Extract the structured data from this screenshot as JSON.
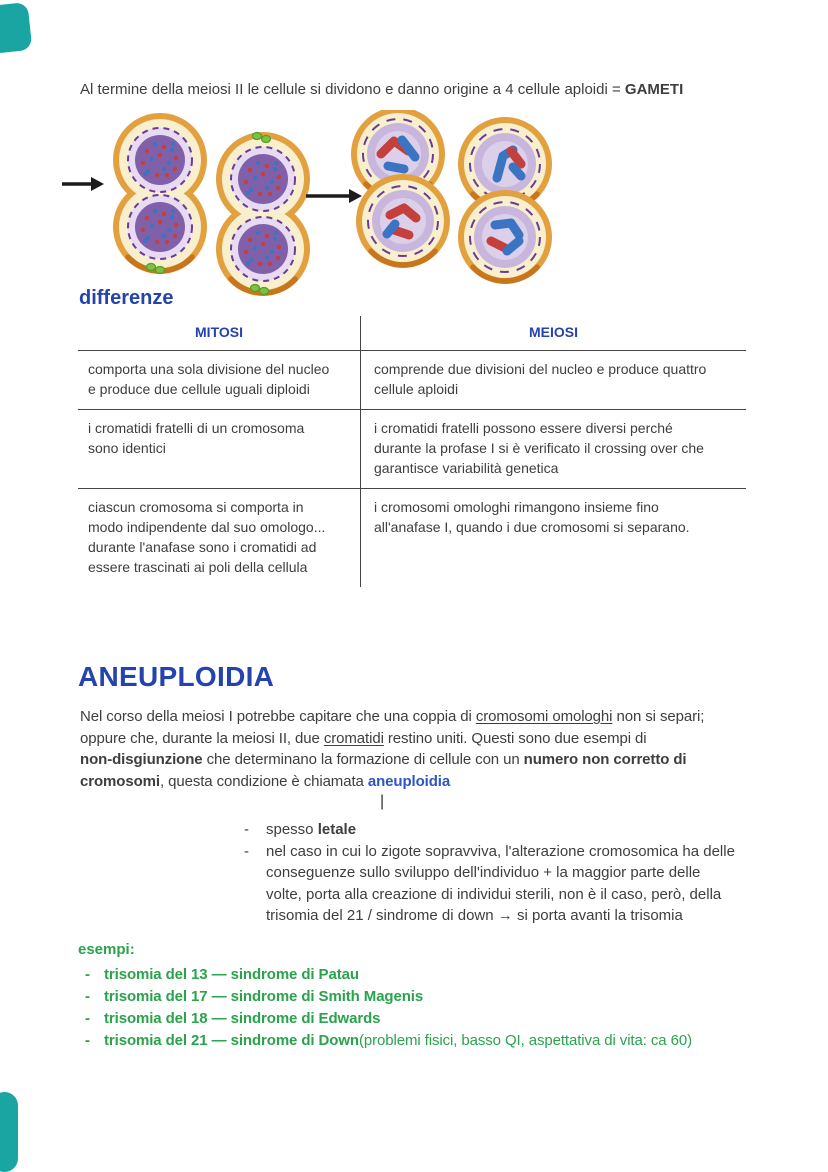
{
  "colors": {
    "heading_blue": "#2443ae",
    "accent_blue": "#2d55c4",
    "green": "#2aa34c",
    "body": "#3e3e3d",
    "table_line": "#454545",
    "teal": "#1ba5a2",
    "cell_ring": "#e2a03e",
    "cell_ring_shadow": "#c8761d",
    "cell_cream": "#f7efcd",
    "cell_cream_light": "#fbf6e2",
    "lavender": "#c9b6dc",
    "lavender_light": "#dbcfe9",
    "nucleus_halo": "#e7daf2",
    "nucleus_purple": "#8160aa",
    "dash_purple": "#6a3d92",
    "chromosome_red": "#c4403c",
    "chromosome_blue": "#3b74c2",
    "centrosome_green": "#7cc143",
    "centrosome_green_dark": "#559e27",
    "arrow": "#1c1c1c"
  },
  "intro": {
    "text": "Al termine della meiosi II le cellule si dividono e danno origine a 4 cellule aploidi = ",
    "bold": "GAMETI"
  },
  "illustration": {
    "label": "meiosis-II-two-dividing-cells-produce-four-haploid-cells"
  },
  "differenze": {
    "heading": "differenze",
    "table": {
      "headers": [
        "MITOSI",
        "MEIOSI"
      ],
      "rows": [
        {
          "mitosi": [
            "comporta una sola divisione del nucleo",
            "e produce due cellule uguali diploidi"
          ],
          "meiosi": [
            "comprende due divisioni del nucleo e produce quattro",
            "cellule aploidi"
          ]
        },
        {
          "mitosi": [
            "i cromatidi fratelli di un cromosoma",
            "sono identici"
          ],
          "meiosi": [
            "i cromatidi fratelli possono essere diversi perché",
            "durante la profase I si è verificato il crossing over che",
            "garantisce variabilità genetica"
          ]
        },
        {
          "mitosi": [
            "ciascun cromosoma si comporta in",
            "modo indipendente dal suo omologo...",
            "durante l'anafase sono i cromatidi ad",
            "essere trascinati ai poli della cellula"
          ],
          "meiosi": [
            "i cromosomi omologhi rimangono insieme fino",
            "all'anafase I, quando i due cromosomi si separano."
          ]
        }
      ]
    }
  },
  "aneuploidia": {
    "heading": "ANEUPLOIDIA",
    "paragraph": {
      "l1a": "Nel corso della meiosi I potrebbe capitare che una coppia di ",
      "l1b": "cromosomi omologhi",
      "l1c": " non si separi;",
      "l2a": "oppure che, durante la meiosi II, due ",
      "l2b": "cromatidi",
      "l2c": " restino uniti. Questi sono due esempi di",
      "l3a": "non-disgiunzione",
      "l3b": " che determinano la formazione di cellule con un ",
      "l3c": "numero non corretto di",
      "l4a": "cromosomi",
      "l4b": ", questa condizione è chiamata ",
      "l4c": "aneuploidia"
    },
    "connector": "|",
    "bullets": [
      {
        "dash": "-",
        "pre": "spesso ",
        "bold": "letale"
      },
      {
        "dash": "-",
        "lines": [
          "nel caso in cui lo zigote sopravviva, l'alterazione cromosomica ha delle",
          "conseguenze sullo sviluppo dell'individuo + la maggior parte delle",
          "volte, porta alla creazione di individui sterili, non è il caso, però, della",
          "trisomia del 21 / sindrome di down → si porta avanti la trisomia"
        ]
      }
    ]
  },
  "esempi": {
    "heading": "esempi:",
    "items": [
      {
        "dash": "-",
        "bold": "trisomia del 13 — sindrome di Patau",
        "note": ""
      },
      {
        "dash": "-",
        "bold": "trisomia del 17 — sindrome di Smith Magenis",
        "note": ""
      },
      {
        "dash": "-",
        "bold": "trisomia del 18 — sindrome di Edwards",
        "note": ""
      },
      {
        "dash": "-",
        "bold": "trisomia del 21 — sindrome di Down",
        "note": " (problemi fisici, basso QI, aspettativa di vita: ca 60)"
      }
    ]
  }
}
